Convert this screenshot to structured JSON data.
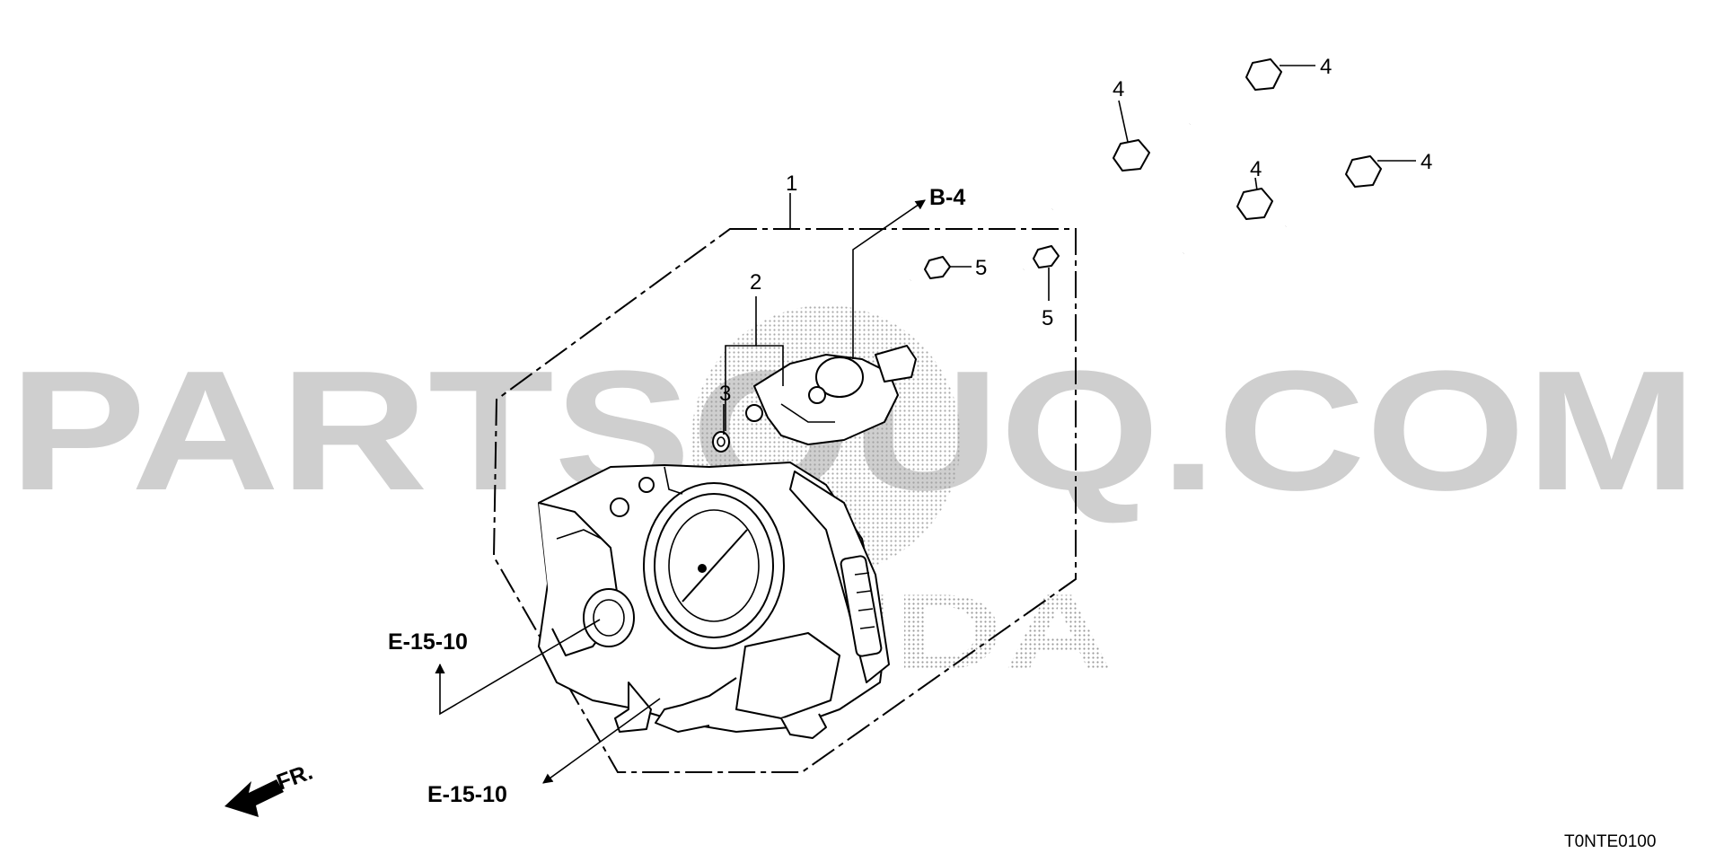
{
  "watermark": {
    "text": "PARTSOUQ.COM",
    "brand": "HONDA"
  },
  "callouts": {
    "part_1": "1",
    "part_2": "2",
    "part_3": "3",
    "part_4": "4",
    "part_5": "5"
  },
  "references": {
    "b4": "B-4",
    "e15_10": "E-15-10"
  },
  "front_marker": "FR.",
  "diagram_code": "T0NTE0100",
  "colors": {
    "ink": "#000000",
    "watermark": "#bdbdbd",
    "background": "#ffffff"
  }
}
